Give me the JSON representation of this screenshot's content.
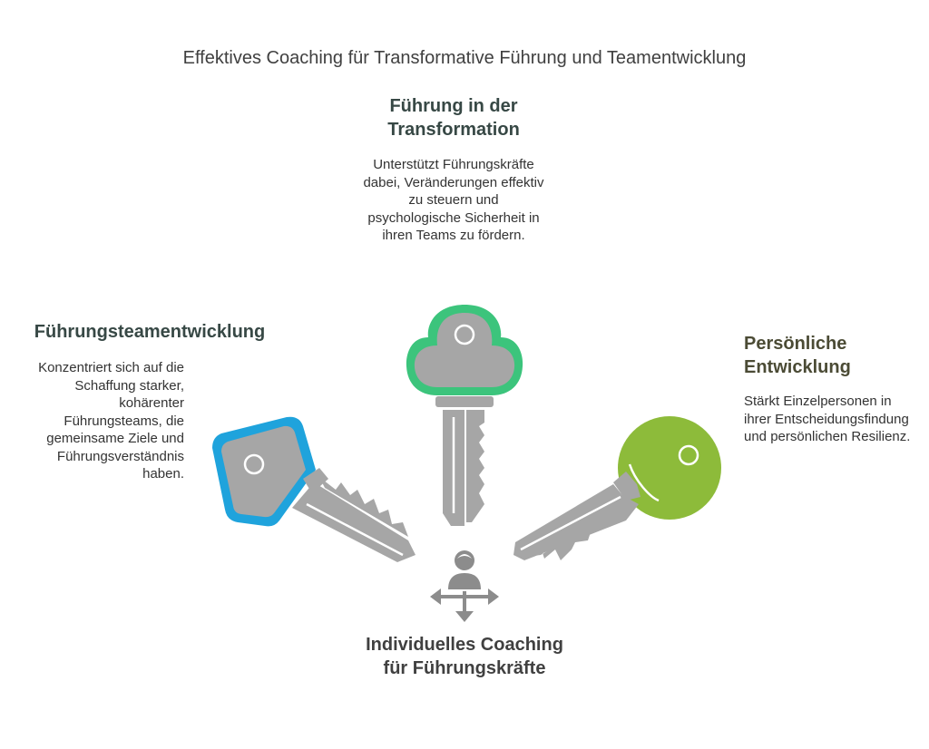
{
  "title": "Effektives Coaching für Transformative Führung und Teamentwicklung",
  "sections": {
    "top": {
      "heading": "Führung in der Transformation",
      "description": "Unterstützt Führungskräfte dabei, Veränderungen effektiv zu steuern und psychologische Sicherheit in ihren Teams zu fördern.",
      "accent_color": "#3cc47c"
    },
    "left": {
      "heading": "Führungsteamentwicklung",
      "description": "Konzentriert sich auf die Schaffung starker, kohärenter Führungsteams, die gemeinsame Ziele und Führungsverständnis haben.",
      "accent_color": "#1fa3dc"
    },
    "right": {
      "heading": "Persönliche Entwicklung",
      "description": "Stärkt Einzelpersonen in ihrer Entscheidungsfindung und persönlichen Resilienz.",
      "accent_color": "#8dbb3a"
    },
    "bottom": {
      "heading": "Individuelles Coaching für Führungskräfte",
      "icon": "person-arrows-icon"
    }
  },
  "colors": {
    "key_gray": "#a6a6a6",
    "key_stroke": "#ffffff",
    "icon_gray": "#8c8c8c"
  }
}
